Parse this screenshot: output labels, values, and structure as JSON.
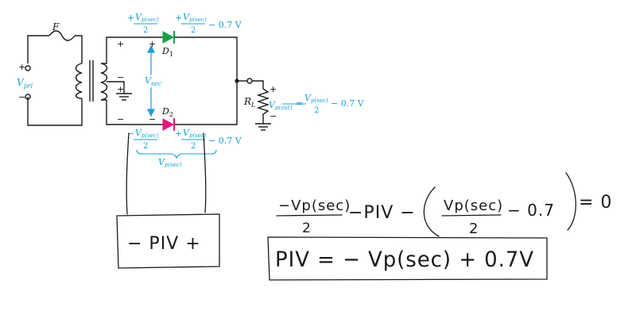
{
  "circuit": {
    "fuse_label": "F",
    "vpri_main": "V",
    "vpri_sub": "pri",
    "vsec_main": "V",
    "vsec_sub": "sec",
    "d1_main": "D",
    "d1_sub": "1",
    "d2_main": "D",
    "d2_sub": "2",
    "rl_main": "R",
    "rl_sub": "L",
    "plus": "+",
    "minus": "−",
    "top_expr_1": "V",
    "top_expr_1_sub": "p(sec)",
    "half_den": "2",
    "top_expr_2_tail": "− 0.7 V",
    "vout_main": "V",
    "vout_sub": "p(out)",
    "vout_eq": "=",
    "vout_tail": "− 0.7 V",
    "bottom_brace_main": "V",
    "bottom_brace_sub": "p(sec)"
  },
  "colors": {
    "wire": "#1a1a1a",
    "d1": "#1e9e4a",
    "d2": "#e0197d",
    "annotation": "#1b9fd6",
    "ink": "#1a1a1a"
  },
  "handwriting": {
    "box_text": "−  PIV  +",
    "eq1_frac1_num": "−Vp(sec)",
    "eq1_frac1_den": "2",
    "eq1_mid": "−PIV −",
    "eq1_frac2_num": "Vp(sec)",
    "eq1_frac2_den": "2",
    "eq1_tail": "− 0.7",
    "eq1_rhs": "= 0",
    "eq2": "PIV = − Vp(sec) + 0.7V"
  }
}
